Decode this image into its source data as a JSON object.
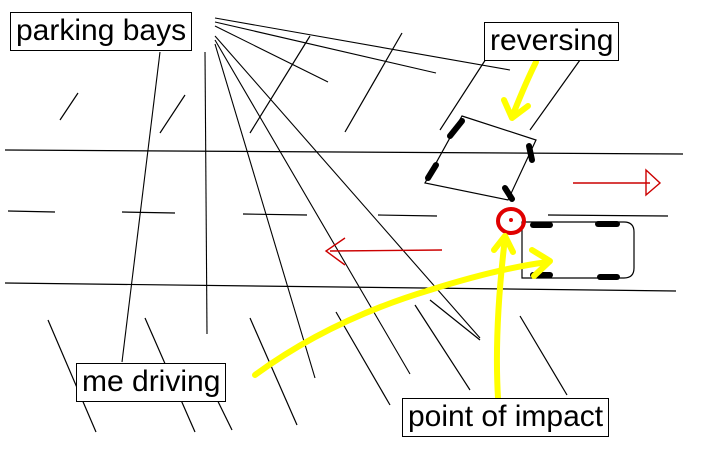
{
  "labels": {
    "parking_bays": "parking bays",
    "reversing": "reversing",
    "me_driving": "me driving",
    "point_of_impact": "point of impact"
  },
  "colors": {
    "ink": "#000000",
    "arrow_yellow": "#ffff00",
    "lane_arrow_red": "#cc0000",
    "impact_circle": "#e00000"
  },
  "icons": {
    "reversing_car": "car-outline-icon",
    "my_car": "car-outline-icon",
    "impact_marker": "red-circle-icon",
    "lane_direction": "arrow-icon"
  }
}
